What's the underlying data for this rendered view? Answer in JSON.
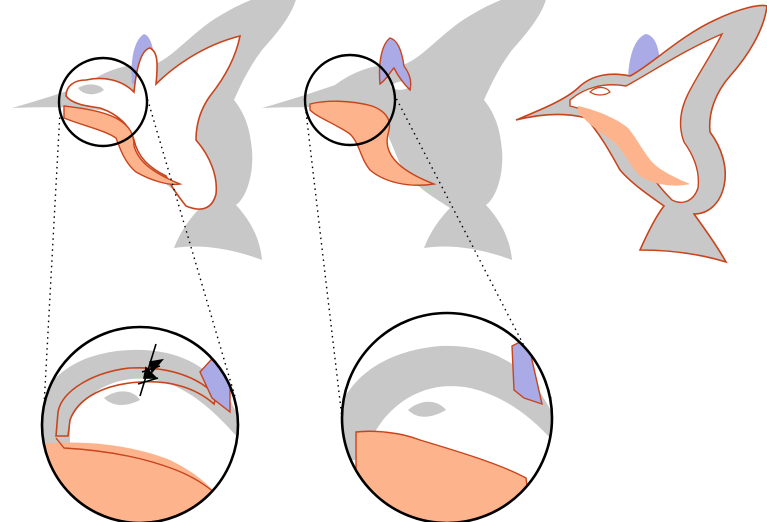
{
  "figure": {
    "panels": [
      {
        "id": "panel-1",
        "stage": "offset-outline-with-partial-fills"
      },
      {
        "id": "panel-2",
        "stage": "colored-regions-only"
      },
      {
        "id": "panel-3",
        "stage": "final-composite"
      }
    ],
    "colors": {
      "silhouette_gray": "#c8c8c8",
      "outline_red": "#c8441c",
      "fill_orange": "#fdb48c",
      "fill_lavender": "#aaaae6",
      "magnifier_stroke": "#000000",
      "leader_dots": "#000000",
      "background": "#ffffff"
    },
    "magnifiers": [
      {
        "id": "magnifier-1",
        "source_panel": "panel-1",
        "has_width_arrows": true
      },
      {
        "id": "magnifier-2",
        "source_panel": "panel-2",
        "has_width_arrows": false
      }
    ]
  }
}
